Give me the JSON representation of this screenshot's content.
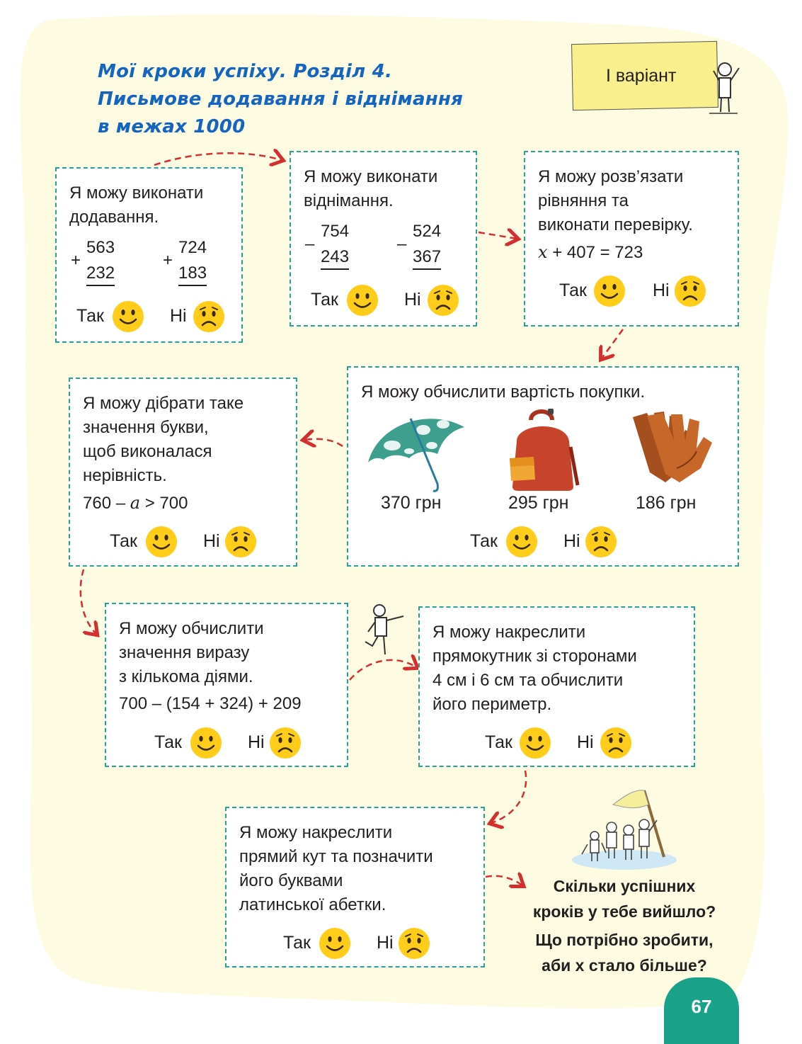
{
  "page": {
    "title_lines": [
      "Мої кроки успіху. Розділ 4.",
      "Письмове додавання і віднімання",
      "в межах 1000"
    ],
    "variant": "І варіант",
    "page_number": "67"
  },
  "yes_label": "Так",
  "no_label": "Ні",
  "cards": {
    "addition": {
      "lines": [
        "Я можу виконати",
        "додавання."
      ],
      "ex1": {
        "op": "+",
        "top": "563",
        "bottom": "232"
      },
      "ex2": {
        "op": "+",
        "top": "724",
        "bottom": "183"
      }
    },
    "subtraction": {
      "lines": [
        "Я можу виконати",
        "віднімання."
      ],
      "ex1": {
        "op": "–",
        "top": "754",
        "bottom": "243"
      },
      "ex2": {
        "op": "–",
        "top": "524",
        "bottom": "367"
      }
    },
    "equation": {
      "lines": [
        "Я можу розв’язати",
        "рівняння та",
        "виконати перевірку."
      ],
      "var": "x",
      "rest": " + 407 = 723"
    },
    "purchase": {
      "heading": "Я можу обчислити вартість покупки.",
      "items": [
        {
          "name": "umbrella-icon",
          "price": "370 грн"
        },
        {
          "name": "backpack-icon",
          "price": "295 грн"
        },
        {
          "name": "gloves-icon",
          "price": "186 грн"
        }
      ]
    },
    "inequality": {
      "lines": [
        "Я можу дібрати таке",
        "значення букви,",
        "щоб виконалася",
        "нерівність."
      ],
      "left": "760 – ",
      "var": "a",
      "right": " > 700"
    },
    "expression": {
      "lines": [
        "Я можу обчислити",
        "значення виразу",
        "з кількома діями."
      ],
      "expr": "700 – (154 + 324) + 209"
    },
    "rectangle": {
      "lines": [
        "Я можу накреслити",
        "прямокутник зі сторонами",
        "4 см і 6 см та обчислити",
        "його периметр."
      ]
    },
    "angle": {
      "lines": [
        "Я можу накреслити",
        "прямий кут та позначити",
        "його буквами",
        "латинської абетки."
      ]
    }
  },
  "question": {
    "lines": [
      "Скільки успішних",
      "кроків у тебе вийшло?",
      "Що потрібно зробити,",
      "аби  х стало більше?"
    ]
  },
  "colors": {
    "background_blob": "#fdfbe2",
    "title": "#1565c0",
    "box_border": "#2aa198",
    "arrow": "#d32f2f",
    "smiley": "#ffcc1a",
    "page_tab": "#1aa18a",
    "variant_card": "#f9ef8c"
  }
}
